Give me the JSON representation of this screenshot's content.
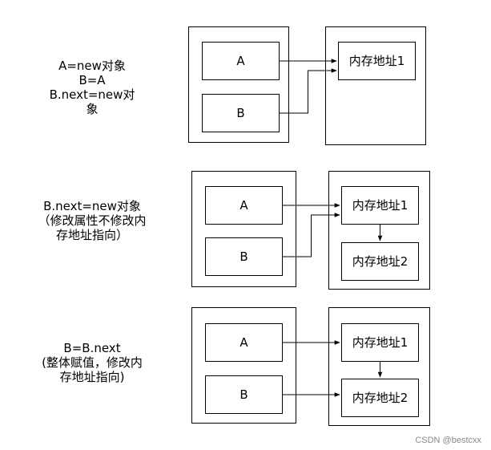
{
  "panels": [
    {
      "caption": [
        "A=new对象",
        "B=A",
        "B.next=new对",
        "象"
      ],
      "var_a": "A",
      "var_b": "B",
      "mem_top": "内存地址1",
      "mem_bottom": ""
    },
    {
      "caption": [
        "B.next=new对象",
        "（修改属性不修改内",
        "存地址指向）"
      ],
      "var_a": "A",
      "var_b": "B",
      "mem_top": "内存地址1",
      "mem_bottom": "内存地址2"
    },
    {
      "caption": [
        "B=B.next",
        "(整体赋值，修改内",
        "存地址指向)"
      ],
      "var_a": "A",
      "var_b": "B",
      "mem_top": "内存地址1",
      "mem_bottom": "内存地址2"
    }
  ],
  "watermark": "CSDN @bestcxx",
  "colors": {
    "stroke": "#000000",
    "watermark": "#8a8a8a"
  }
}
